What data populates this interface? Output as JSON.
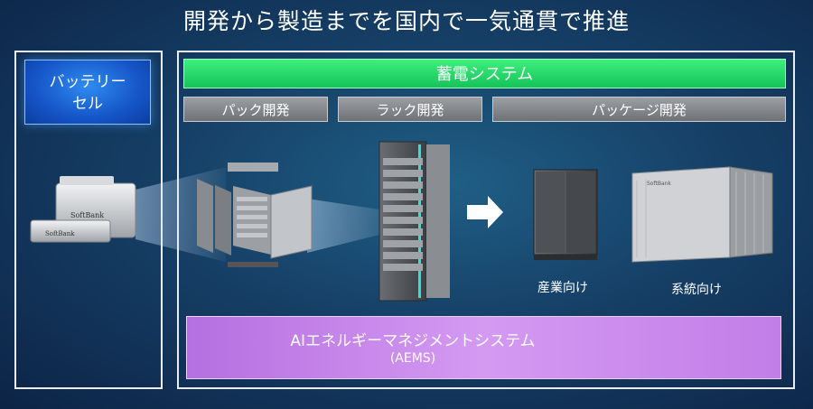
{
  "title": "開発から製造までを国内で一気通貫で推進",
  "battery_cell": {
    "label_line1": "バッテリー",
    "label_line2": "セル"
  },
  "storage_system": {
    "header": "蓄電システム",
    "subheaders": [
      "パック開発",
      "ラック開発",
      "パッケージ開発"
    ]
  },
  "products": {
    "industrial_label": "産業向け",
    "grid_label": "系統向け"
  },
  "aems": {
    "title": "AIエネルギーマネジメントシステム",
    "subtitle": "(AEMS)"
  },
  "brand": "SoftBank",
  "colors": {
    "green": "#22d66a",
    "purple": "#c78aec",
    "blue": "#1f6ce0"
  }
}
